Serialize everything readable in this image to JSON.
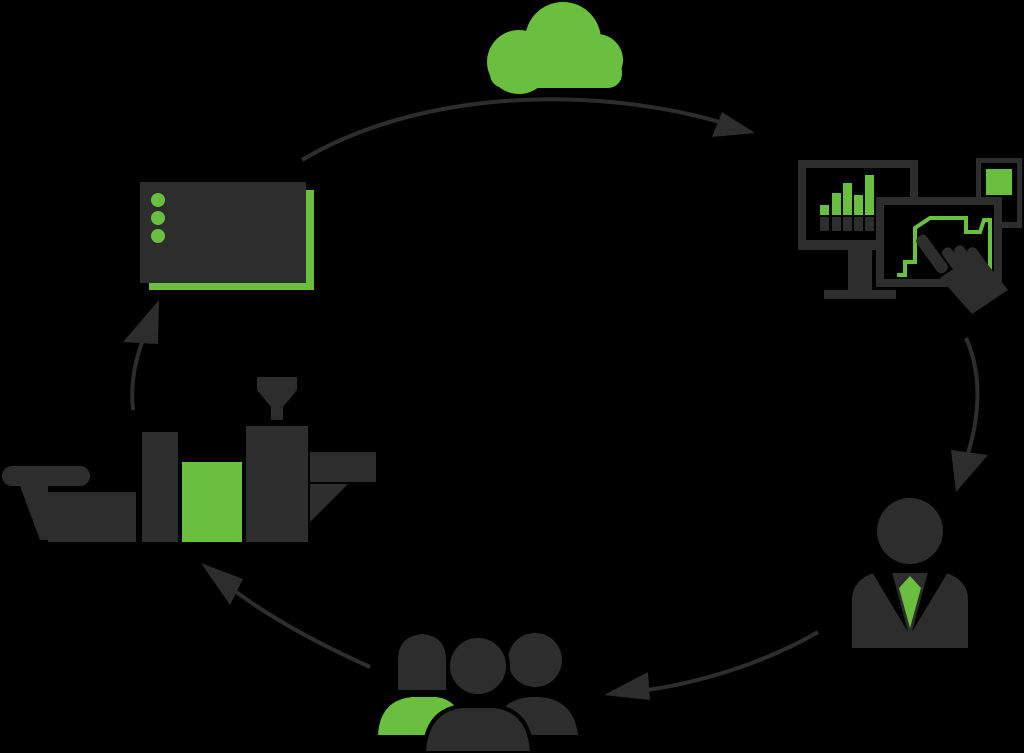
{
  "colors": {
    "background": "#000000",
    "dark": "#2e2d2d",
    "green": "#6abf3f",
    "arrow": "#2e2d2d"
  },
  "nodes": [
    {
      "id": "cloud",
      "icon": "cloud-icon"
    },
    {
      "id": "monitoring",
      "icon": "monitor-dashboard-icon"
    },
    {
      "id": "operator",
      "icon": "person-manager-icon"
    },
    {
      "id": "team",
      "icon": "people-group-icon"
    },
    {
      "id": "machine",
      "icon": "injection-molding-machine-icon"
    },
    {
      "id": "controller",
      "icon": "control-box-icon"
    }
  ],
  "edges": [
    {
      "from": "controller",
      "to": "cloud"
    },
    {
      "from": "cloud",
      "to": "monitoring"
    },
    {
      "from": "monitoring",
      "to": "operator"
    },
    {
      "from": "operator",
      "to": "team"
    },
    {
      "from": "team",
      "to": "machine"
    },
    {
      "from": "machine",
      "to": "controller"
    }
  ]
}
